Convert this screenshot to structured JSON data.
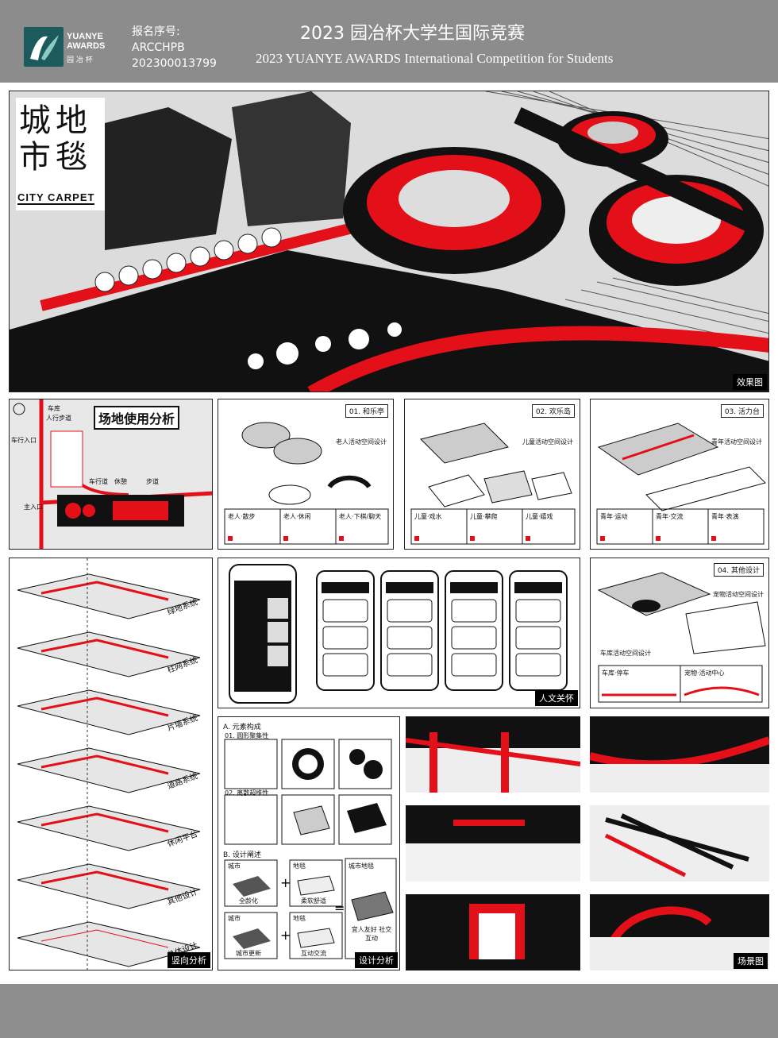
{
  "header": {
    "logo_line1": "YUANYE",
    "logo_line2": "AWARDS",
    "logo_cn": "园 冶 杯",
    "reg_label": "报名序号:",
    "reg_code": "ARCCHPB",
    "reg_number": "202300013799",
    "title_cn": "2023 园冶杯大学生国际竞赛",
    "title_en": "2023 YUANYE AWARDS International Competition for  Students"
  },
  "hero": {
    "title_cn_1": "城",
    "title_cn_2": "地",
    "title_cn_3": "市",
    "title_cn_4": "毯",
    "title_en": "CITY CARPET",
    "tag": "效果图"
  },
  "site": {
    "title": "场地使用分析",
    "labels": [
      "车库",
      "人行步道",
      "车行入口",
      "车行道",
      "休憩",
      "步道",
      "主入口"
    ]
  },
  "zones": [
    {
      "num": "01. 和乐亭",
      "desc": "老人活动空间设计",
      "subs": [
        "老人·散步",
        "老人·休闲",
        "老人·下棋/聊天"
      ]
    },
    {
      "num": "02. 欢乐岛",
      "desc": "儿童活动空间设计",
      "subs": [
        "儿童·戏水",
        "儿童·攀爬",
        "儿童·嬉戏"
      ]
    },
    {
      "num": "03. 活力台",
      "desc": "青年活动空间设计",
      "subs": [
        "青年·运动",
        "青年·交流",
        "青年·表演"
      ]
    }
  ],
  "vertical": {
    "layers": [
      "绿地系统",
      "柱网系统",
      "片墙系统",
      "道路系统",
      "休闲平台",
      "其他设计",
      "总体设计"
    ],
    "tag": "竖向分析"
  },
  "humane": {
    "tag": "人文关怀"
  },
  "other": {
    "num": "04. 其他设计",
    "desc": "宠物活动空间设计",
    "car": "车库活动空间设计",
    "subs": [
      "车库·停车",
      "宠物·活动中心"
    ]
  },
  "design": {
    "a": "A. 元素构成",
    "a1": "01. 圆形聚集性",
    "a2": "02. 离散超维性",
    "b": "B. 设计阐述",
    "city": "城市",
    "carpet": "地毯",
    "c1": "全龄化",
    "c2": "柔软舒适",
    "c3": "城市更新",
    "c4": "互动交流",
    "result_title": "城市地毯",
    "result": "宜人友好 社交互动",
    "tag": "设计分析"
  },
  "scene": {
    "tag": "场景图"
  },
  "colors": {
    "red": "#e3101a",
    "black": "#111111",
    "gray": "#8e8e8e"
  }
}
